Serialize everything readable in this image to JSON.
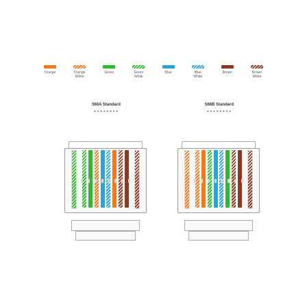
{
  "legend": [
    {
      "label": "Orange",
      "color": "#f07a1a",
      "striped": false,
      "icon": "orange-solid"
    },
    {
      "label": "Orange\nWhite",
      "color": "#f07a1a",
      "striped": true,
      "icon": "orange-white"
    },
    {
      "label": "Green",
      "color": "#2dbb2d",
      "striped": false,
      "icon": "green-solid"
    },
    {
      "label": "Green\nWhite",
      "color": "#2dbb2d",
      "striped": true,
      "icon": "green-white"
    },
    {
      "label": "Blue",
      "color": "#2aa3d8",
      "striped": false,
      "icon": "blue-solid"
    },
    {
      "label": "Blue\nWhite",
      "color": "#2aa3d8",
      "striped": true,
      "icon": "blue-white"
    },
    {
      "label": "Brown",
      "color": "#8b3a22",
      "striped": false,
      "icon": "brown-solid"
    },
    {
      "label": "Brown\nWhite",
      "color": "#8b3a22",
      "striped": true,
      "icon": "brown-white"
    }
  ],
  "standards": {
    "left": {
      "title": "568A Standard",
      "dots": "●●●●●●●●",
      "wires": [
        {
          "color": "#2dbb2d",
          "striped": true
        },
        {
          "color": "#2dbb2d",
          "striped": false
        },
        {
          "color": "#f07a1a",
          "striped": true
        },
        {
          "color": "#2aa3d8",
          "striped": false
        },
        {
          "color": "#2aa3d8",
          "striped": true
        },
        {
          "color": "#f07a1a",
          "striped": false
        },
        {
          "color": "#8b3a22",
          "striped": true
        },
        {
          "color": "#8b3a22",
          "striped": false
        }
      ],
      "side_colors": {
        "left": "#2dbb2d",
        "right": "#8b3a22"
      }
    },
    "right": {
      "title": "568B Standard",
      "dots": "●●●●●●●●",
      "wires": [
        {
          "color": "#f07a1a",
          "striped": true
        },
        {
          "color": "#f07a1a",
          "striped": false
        },
        {
          "color": "#2dbb2d",
          "striped": true
        },
        {
          "color": "#2aa3d8",
          "striped": false
        },
        {
          "color": "#2aa3d8",
          "striped": true
        },
        {
          "color": "#2dbb2d",
          "striped": false
        },
        {
          "color": "#8b3a22",
          "striped": true
        },
        {
          "color": "#8b3a22",
          "striped": false
        }
      ],
      "side_colors": {
        "left": "#f07a1a",
        "right": "#8b3a22"
      }
    }
  }
}
